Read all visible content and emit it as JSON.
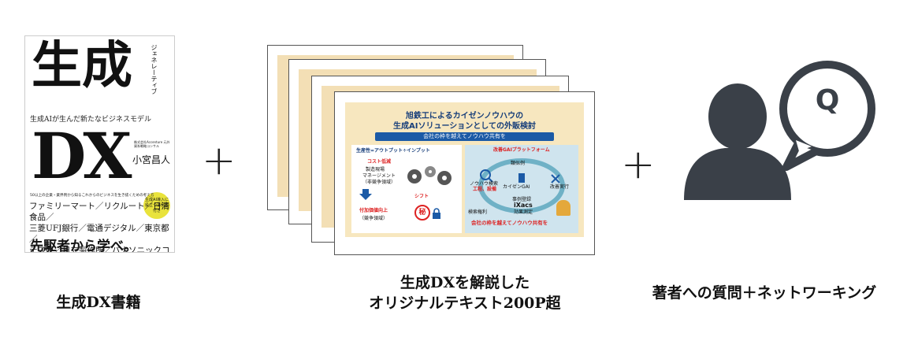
{
  "book": {
    "title_kanji": "生成",
    "title_ruby": "ジェネレーティブ",
    "subtitle": "生成AIが生んだ新たなビジネスモデル",
    "title_dx": "DX",
    "author_note": "株式会社Accenture 元外資系戦略コンサル",
    "author": "小宮昌人",
    "badge": "生成AI導入に役立つ事例が付き",
    "tagline": "50以上の企業・業界例から知るこれからのビジネスを生き抜くための考え方",
    "companies": [
      "ファミリーマート／リクルート／日清食品／",
      "三菱UFJ銀行／電通デジタル／東京都／",
      "テスラ／日立製作所／パナソニックコネクト"
    ],
    "catch": "先駆者から学べ。"
  },
  "plus_sign": "+",
  "slide": {
    "title1": "旭鉄工によるカイゼンノウハウの",
    "title2": "生成AIソリューションとしての外販検討",
    "banner_top": "会社の枠を越えてノウハウ共有を",
    "formula": "生産性=アウトプット÷インプット",
    "cost": "コスト低減",
    "cost_items": [
      "製造現場",
      "マネージメント",
      "（非競争領域）"
    ],
    "shift": "シフト",
    "value": "付加価値向上",
    "value_sub": "（競争領域）",
    "secret": "秘",
    "platform": "改善GAIプラットフォーム",
    "p_case": "類似例",
    "p_exec": "改善実行",
    "p_search": "ノウハウ検索",
    "p_search_sub": "工程、設備",
    "p_gai": "カイゼンGAI",
    "p_reg": "事例登録",
    "p_ixacs": "iXacs",
    "p_effect": "効果測定",
    "p_auth": "検索権利",
    "banner_bottom": "会社の枠を越えてノウハウ共有を"
  },
  "person": {
    "bubble_letter": "Q"
  },
  "captions": {
    "book": "生成DX書籍",
    "text_line1": "生成DXを解説した",
    "text_line2": "オリジナルテキスト200P超",
    "qa": "著者への質問＋ネットワーキング"
  },
  "colors": {
    "navy": "#1b5aa6",
    "yellow_badge": "#e9e33c",
    "person": "#3a4048"
  }
}
